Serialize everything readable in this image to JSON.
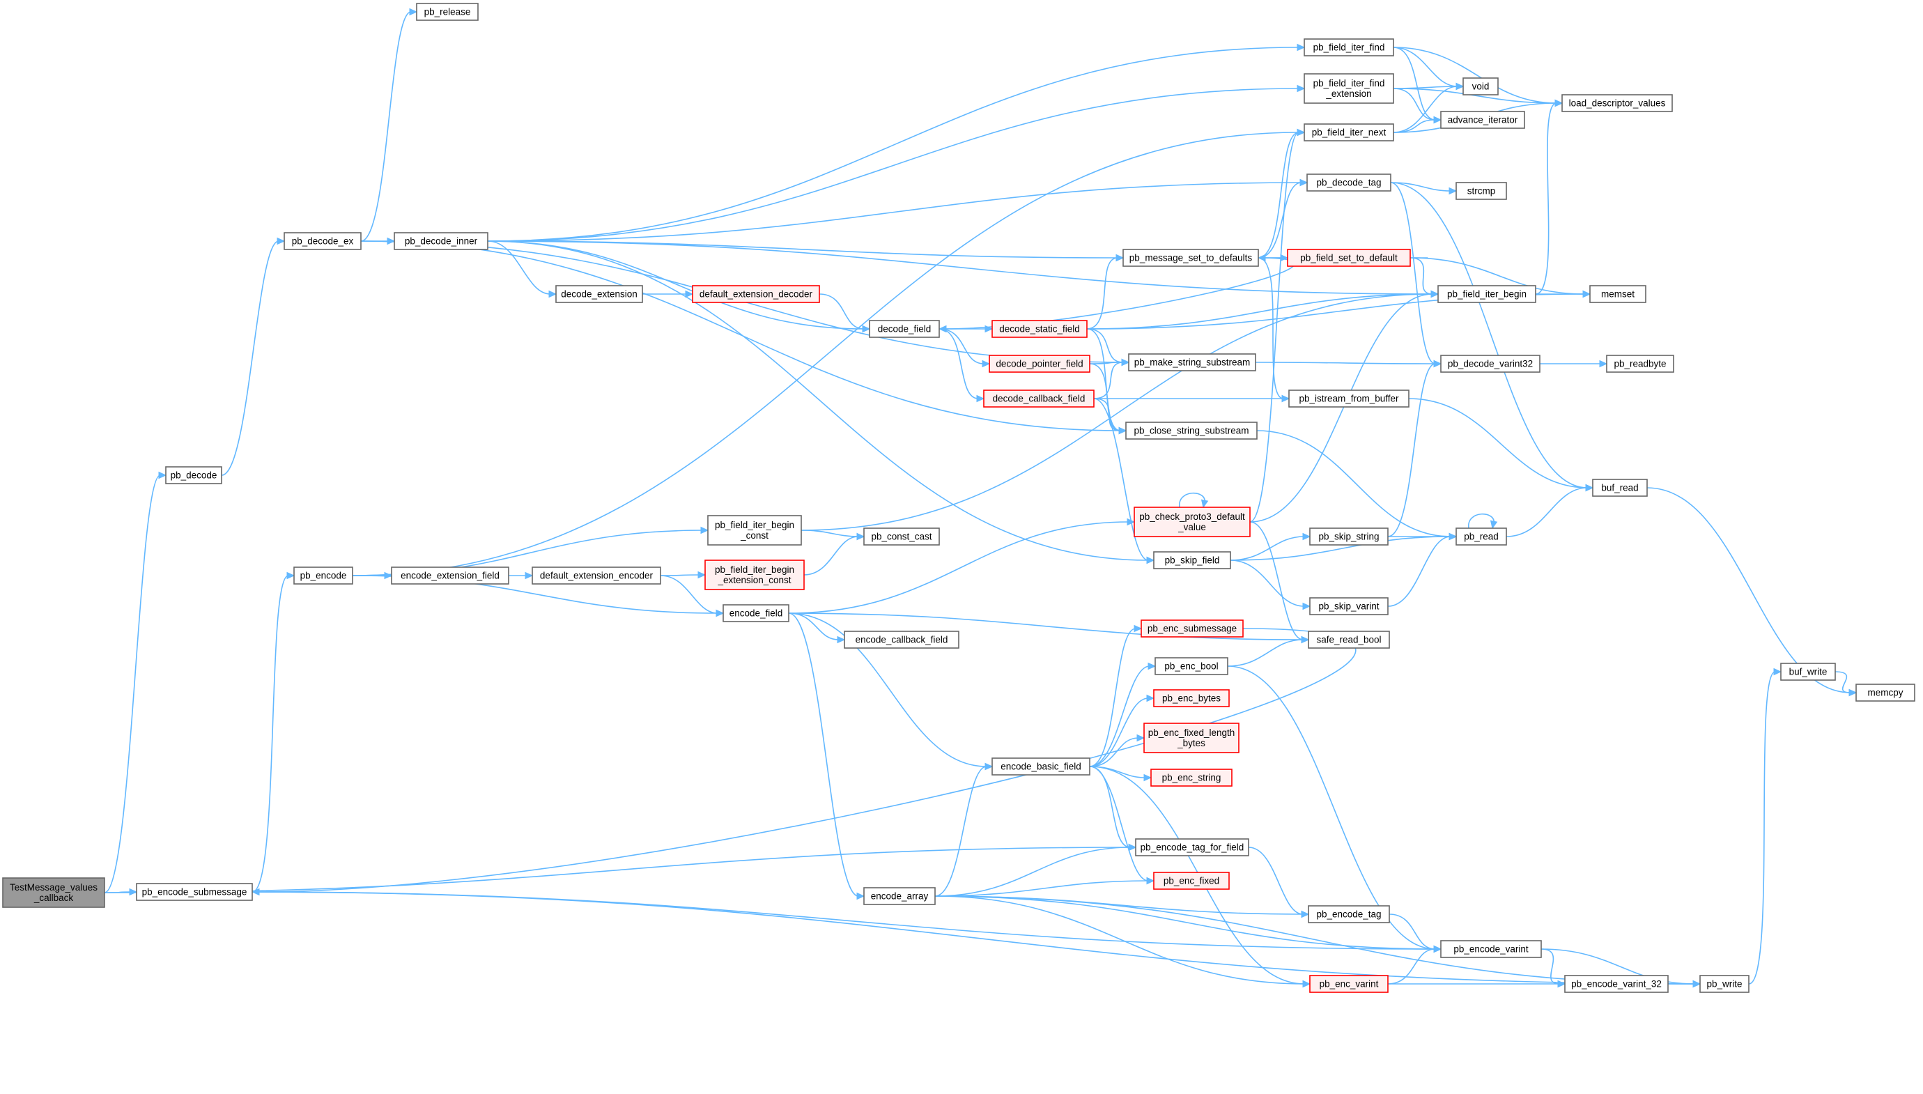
{
  "colors": {
    "edge": "#63b8ff",
    "node_border": "#666666",
    "node_fill": "#ffffff",
    "error_border": "#ff0000",
    "error_fill": "#fff0f0",
    "root_fill": "#999999"
  },
  "nodes": [
    {
      "id": "root",
      "lines": [
        "TestMessage_values",
        "_callback"
      ],
      "style": "root"
    },
    {
      "id": "pb_release",
      "lines": [
        "pb_release"
      ]
    },
    {
      "id": "pb_decode",
      "lines": [
        "pb_decode"
      ]
    },
    {
      "id": "pb_decode_ex",
      "lines": [
        "pb_decode_ex"
      ]
    },
    {
      "id": "pb_decode_inner",
      "lines": [
        "pb_decode_inner"
      ]
    },
    {
      "id": "pb_encode",
      "lines": [
        "pb_encode"
      ]
    },
    {
      "id": "pb_encode_submessage",
      "lines": [
        "pb_encode_submessage"
      ]
    },
    {
      "id": "decode_extension",
      "lines": [
        "decode_extension"
      ]
    },
    {
      "id": "default_extension_decoder",
      "lines": [
        "default_extension_decoder"
      ],
      "style": "red"
    },
    {
      "id": "decode_field",
      "lines": [
        "decode_field"
      ]
    },
    {
      "id": "encode_extension_field",
      "lines": [
        "encode_extension_field"
      ]
    },
    {
      "id": "default_extension_encoder",
      "lines": [
        "default_extension_encoder"
      ]
    },
    {
      "id": "pb_field_iter_begin_const",
      "lines": [
        "pb_field_iter_begin",
        "_const"
      ]
    },
    {
      "id": "pb_field_iter_begin_extension_const",
      "lines": [
        "pb_field_iter_begin",
        "_extension_const"
      ],
      "style": "red"
    },
    {
      "id": "pb_const_cast",
      "lines": [
        "pb_const_cast"
      ]
    },
    {
      "id": "encode_field",
      "lines": [
        "encode_field"
      ]
    },
    {
      "id": "encode_callback_field",
      "lines": [
        "encode_callback_field"
      ]
    },
    {
      "id": "encode_array",
      "lines": [
        "encode_array"
      ]
    },
    {
      "id": "encode_basic_field",
      "lines": [
        "encode_basic_field"
      ]
    },
    {
      "id": "decode_static_field",
      "lines": [
        "decode_static_field"
      ],
      "style": "red"
    },
    {
      "id": "decode_pointer_field",
      "lines": [
        "decode_pointer_field"
      ],
      "style": "red"
    },
    {
      "id": "decode_callback_field",
      "lines": [
        "decode_callback_field"
      ],
      "style": "red"
    },
    {
      "id": "pb_message_set_to_defaults",
      "lines": [
        "pb_message_set_to_defaults"
      ]
    },
    {
      "id": "pb_make_string_substream",
      "lines": [
        "pb_make_string_substream"
      ]
    },
    {
      "id": "pb_close_string_substream",
      "lines": [
        "pb_close_string_substream"
      ]
    },
    {
      "id": "pb_check_proto3_default_value",
      "lines": [
        "pb_check_proto3_default",
        "_value"
      ],
      "style": "red"
    },
    {
      "id": "pb_skip_field",
      "lines": [
        "pb_skip_field"
      ]
    },
    {
      "id": "pb_enc_submessage",
      "lines": [
        "pb_enc_submessage"
      ],
      "style": "red"
    },
    {
      "id": "pb_enc_bool",
      "lines": [
        "pb_enc_bool"
      ]
    },
    {
      "id": "pb_enc_bytes",
      "lines": [
        "pb_enc_bytes"
      ],
      "style": "red"
    },
    {
      "id": "pb_enc_fixed_length_bytes",
      "lines": [
        "pb_enc_fixed_length",
        "_bytes"
      ],
      "style": "red"
    },
    {
      "id": "pb_enc_string",
      "lines": [
        "pb_enc_string"
      ],
      "style": "red"
    },
    {
      "id": "pb_encode_tag_for_field",
      "lines": [
        "pb_encode_tag_for_field"
      ]
    },
    {
      "id": "pb_enc_fixed",
      "lines": [
        "pb_enc_fixed"
      ],
      "style": "red"
    },
    {
      "id": "pb_field_iter_find",
      "lines": [
        "pb_field_iter_find"
      ]
    },
    {
      "id": "pb_field_iter_find_extension",
      "lines": [
        "pb_field_iter_find",
        "_extension"
      ]
    },
    {
      "id": "pb_field_iter_next",
      "lines": [
        "pb_field_iter_next"
      ]
    },
    {
      "id": "pb_decode_tag",
      "lines": [
        "pb_decode_tag"
      ]
    },
    {
      "id": "pb_field_set_to_default",
      "lines": [
        "pb_field_set_to_default"
      ],
      "style": "red"
    },
    {
      "id": "pb_istream_from_buffer",
      "lines": [
        "pb_istream_from_buffer"
      ]
    },
    {
      "id": "pb_skip_string",
      "lines": [
        "pb_skip_string"
      ]
    },
    {
      "id": "pb_skip_varint",
      "lines": [
        "pb_skip_varint"
      ]
    },
    {
      "id": "safe_read_bool",
      "lines": [
        "safe_read_bool"
      ]
    },
    {
      "id": "pb_encode_tag",
      "lines": [
        "pb_encode_tag"
      ]
    },
    {
      "id": "pb_enc_varint",
      "lines": [
        "pb_enc_varint"
      ],
      "style": "red"
    },
    {
      "id": "void",
      "lines": [
        "void"
      ]
    },
    {
      "id": "advance_iterator",
      "lines": [
        "advance_iterator"
      ]
    },
    {
      "id": "strcmp",
      "lines": [
        "strcmp"
      ]
    },
    {
      "id": "pb_field_iter_begin",
      "lines": [
        "pb_field_iter_begin"
      ]
    },
    {
      "id": "pb_decode_varint32",
      "lines": [
        "pb_decode_varint32"
      ]
    },
    {
      "id": "pb_read",
      "lines": [
        "pb_read"
      ]
    },
    {
      "id": "pb_encode_varint",
      "lines": [
        "pb_encode_varint"
      ]
    },
    {
      "id": "pb_encode_varint_32",
      "lines": [
        "pb_encode_varint_32"
      ]
    },
    {
      "id": "load_descriptor_values",
      "lines": [
        "load_descriptor_values"
      ]
    },
    {
      "id": "memset",
      "lines": [
        "memset"
      ]
    },
    {
      "id": "pb_readbyte",
      "lines": [
        "pb_readbyte"
      ]
    },
    {
      "id": "buf_read",
      "lines": [
        "buf_read"
      ]
    },
    {
      "id": "pb_write",
      "lines": [
        "pb_write"
      ]
    },
    {
      "id": "buf_write",
      "lines": [
        "buf_write"
      ]
    },
    {
      "id": "memcpy",
      "lines": [
        "memcpy"
      ]
    }
  ],
  "edges": [
    [
      "root",
      "pb_decode"
    ],
    [
      "root",
      "pb_encode_submessage"
    ],
    [
      "root",
      "pb_encode_tag_for_field"
    ],
    [
      "pb_decode",
      "pb_decode_ex"
    ],
    [
      "pb_decode_ex",
      "pb_release"
    ],
    [
      "pb_decode_ex",
      "pb_decode_inner"
    ],
    [
      "pb_decode_ex",
      "pb_close_string_substream"
    ],
    [
      "pb_decode_ex",
      "pb_make_string_substream"
    ],
    [
      "pb_decode_inner",
      "pb_field_iter_find"
    ],
    [
      "pb_decode_inner",
      "pb_field_iter_find_extension"
    ],
    [
      "pb_decode_inner",
      "pb_decode_tag"
    ],
    [
      "pb_decode_inner",
      "pb_field_iter_begin"
    ],
    [
      "pb_decode_inner",
      "pb_message_set_to_defaults"
    ],
    [
      "pb_decode_inner",
      "decode_extension"
    ],
    [
      "pb_decode_inner",
      "decode_field"
    ],
    [
      "pb_decode_inner",
      "pb_skip_field"
    ],
    [
      "decode_extension",
      "default_extension_decoder"
    ],
    [
      "default_extension_decoder",
      "decode_field"
    ],
    [
      "decode_field",
      "decode_static_field"
    ],
    [
      "decode_field",
      "decode_pointer_field"
    ],
    [
      "decode_field",
      "decode_callback_field"
    ],
    [
      "decode_static_field",
      "pb_message_set_to_defaults"
    ],
    [
      "decode_static_field",
      "pb_field_iter_begin"
    ],
    [
      "decode_static_field",
      "memset"
    ],
    [
      "decode_static_field",
      "pb_make_string_substream"
    ],
    [
      "decode_static_field",
      "pb_close_string_substream"
    ],
    [
      "decode_pointer_field",
      "pb_make_string_substream"
    ],
    [
      "decode_pointer_field",
      "pb_close_string_substream"
    ],
    [
      "decode_callback_field",
      "pb_make_string_substream"
    ],
    [
      "decode_callback_field",
      "pb_istream_from_buffer"
    ],
    [
      "decode_callback_field",
      "pb_close_string_substream"
    ],
    [
      "decode_callback_field",
      "pb_skip_field"
    ],
    [
      "pb_message_set_to_defaults",
      "decode_field"
    ],
    [
      "pb_message_set_to_defaults",
      "pb_field_iter_next"
    ],
    [
      "pb_message_set_to_defaults",
      "pb_decode_tag"
    ],
    [
      "pb_message_set_to_defaults",
      "pb_field_set_to_default"
    ],
    [
      "pb_message_set_to_defaults",
      "pb_istream_from_buffer"
    ],
    [
      "pb_field_set_to_default",
      "pb_message_set_to_defaults"
    ],
    [
      "pb_field_set_to_default",
      "pb_field_iter_begin"
    ],
    [
      "pb_field_set_to_default",
      "memset"
    ],
    [
      "pb_make_string_substream",
      "pb_decode_varint32"
    ],
    [
      "pb_close_string_substream",
      "pb_read"
    ],
    [
      "pb_istream_from_buffer",
      "buf_read"
    ],
    [
      "pb_encode",
      "pb_field_iter_next"
    ],
    [
      "pb_encode",
      "pb_field_iter_begin_const"
    ],
    [
      "pb_encode",
      "encode_extension_field"
    ],
    [
      "pb_encode",
      "encode_field"
    ],
    [
      "pb_encode_submessage",
      "pb_encode"
    ],
    [
      "pb_encode_submessage",
      "pb_encode_varint"
    ],
    [
      "pb_encode_submessage",
      "pb_write"
    ],
    [
      "encode_extension_field",
      "default_extension_encoder"
    ],
    [
      "default_extension_encoder",
      "pb_field_iter_begin_extension_const"
    ],
    [
      "default_extension_encoder",
      "encode_field"
    ],
    [
      "pb_field_iter_begin_const",
      "pb_const_cast"
    ],
    [
      "pb_field_iter_begin_const",
      "pb_field_iter_begin"
    ],
    [
      "pb_field_iter_begin_extension_const",
      "pb_const_cast"
    ],
    [
      "encode_field",
      "pb_check_proto3_default_value"
    ],
    [
      "encode_field",
      "safe_read_bool"
    ],
    [
      "encode_field",
      "encode_callback_field"
    ],
    [
      "encode_field",
      "encode_basic_field"
    ],
    [
      "encode_field",
      "encode_array"
    ],
    [
      "encode_basic_field",
      "pb_enc_submessage"
    ],
    [
      "encode_basic_field",
      "pb_enc_bool"
    ],
    [
      "encode_basic_field",
      "pb_enc_bytes"
    ],
    [
      "encode_basic_field",
      "pb_enc_fixed_length_bytes"
    ],
    [
      "encode_basic_field",
      "pb_enc_string"
    ],
    [
      "encode_basic_field",
      "pb_encode_tag_for_field"
    ],
    [
      "encode_basic_field",
      "pb_enc_fixed"
    ],
    [
      "encode_basic_field",
      "pb_enc_varint"
    ],
    [
      "pb_enc_submessage",
      "pb_encode_submessage"
    ],
    [
      "encode_array",
      "encode_basic_field"
    ],
    [
      "encode_array",
      "pb_encode_tag_for_field"
    ],
    [
      "encode_array",
      "pb_enc_fixed"
    ],
    [
      "encode_array",
      "pb_encode_tag"
    ],
    [
      "encode_array",
      "pb_encode_varint"
    ],
    [
      "encode_array",
      "pb_enc_varint"
    ],
    [
      "encode_array",
      "pb_write"
    ],
    [
      "pb_check_proto3_default_value",
      "pb_check_proto3_default_value"
    ],
    [
      "pb_check_proto3_default_value",
      "pb_field_iter_next"
    ],
    [
      "pb_check_proto3_default_value",
      "pb_field_iter_begin"
    ],
    [
      "pb_check_proto3_default_value",
      "safe_read_bool"
    ],
    [
      "pb_skip_field",
      "pb_skip_string"
    ],
    [
      "pb_skip_field",
      "pb_read"
    ],
    [
      "pb_skip_field",
      "pb_skip_varint"
    ],
    [
      "pb_skip_string",
      "pb_decode_varint32"
    ],
    [
      "pb_skip_string",
      "pb_read"
    ],
    [
      "pb_skip_varint",
      "pb_read"
    ],
    [
      "pb_enc_bool",
      "safe_read_bool"
    ],
    [
      "pb_enc_bool",
      "pb_encode_varint"
    ],
    [
      "pb_encode_tag_for_field",
      "pb_encode_tag"
    ],
    [
      "pb_encode_tag",
      "pb_encode_varint"
    ],
    [
      "pb_enc_varint",
      "pb_encode_varint"
    ],
    [
      "pb_enc_varint",
      "pb_encode_varint_32"
    ],
    [
      "pb_encode_varint",
      "pb_encode_varint_32"
    ],
    [
      "pb_encode_varint",
      "pb_write"
    ],
    [
      "pb_encode_varint_32",
      "pb_write"
    ],
    [
      "pb_write",
      "buf_write"
    ],
    [
      "buf_write",
      "memcpy"
    ],
    [
      "pb_field_iter_find",
      "void"
    ],
    [
      "pb_field_iter_find",
      "advance_iterator"
    ],
    [
      "pb_field_iter_find",
      "load_descriptor_values"
    ],
    [
      "pb_field_iter_find_extension",
      "void"
    ],
    [
      "pb_field_iter_find_extension",
      "advance_iterator"
    ],
    [
      "pb_field_iter_find_extension",
      "load_descriptor_values"
    ],
    [
      "pb_field_iter_next",
      "void"
    ],
    [
      "pb_field_iter_next",
      "advance_iterator"
    ],
    [
      "pb_field_iter_next",
      "load_descriptor_values"
    ],
    [
      "pb_decode_tag",
      "strcmp"
    ],
    [
      "pb_decode_tag",
      "pb_decode_varint32"
    ],
    [
      "pb_decode_tag",
      "buf_read"
    ],
    [
      "pb_field_iter_begin",
      "load_descriptor_values"
    ],
    [
      "pb_field_iter_begin",
      "memset"
    ],
    [
      "pb_decode_varint32",
      "pb_readbyte"
    ],
    [
      "pb_read",
      "pb_read"
    ],
    [
      "pb_read",
      "buf_read"
    ],
    [
      "buf_read",
      "memcpy"
    ]
  ]
}
